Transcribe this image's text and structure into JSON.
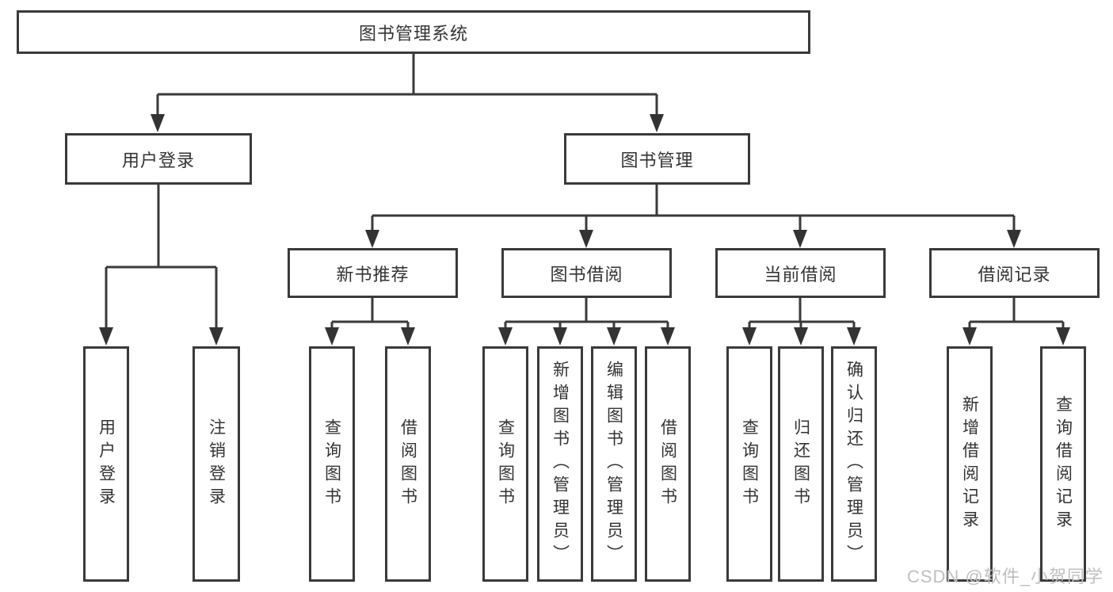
{
  "diagram": {
    "title_note": "library management system feature tree",
    "nodes": {
      "root": "图书管理系统",
      "user_login": "用户登录",
      "book_mgmt": "图书管理",
      "new_book_rec": "新书推荐",
      "book_borrow": "图书借阅",
      "current_borrow": "当前借阅",
      "borrow_records": "借阅记录",
      "leaf_user_login": "用户登录",
      "leaf_logout": "注销登录",
      "rec_query_books": "查询图书",
      "rec_borrow_books": "借阅图书",
      "bb_query_books": "查询图书",
      "bb_add_books": "新增图书（管理员）",
      "bb_edit_books": "编辑图书（管理员）",
      "bb_borrow_books": "借阅图书",
      "cb_query_books": "查询图书",
      "cb_return_books": "归还图书",
      "cb_confirm_return": "确认归还（管理员）",
      "br_add_record": "新增借阅记录",
      "br_query_record": "查询借阅记录"
    },
    "watermark": "CSDN @软件_小贺同学",
    "colors": {
      "line": "#3a3a3a",
      "arrow": "#333333",
      "text": "#333333",
      "watermark": "#bfbfbf",
      "background": "#ffffff"
    }
  }
}
